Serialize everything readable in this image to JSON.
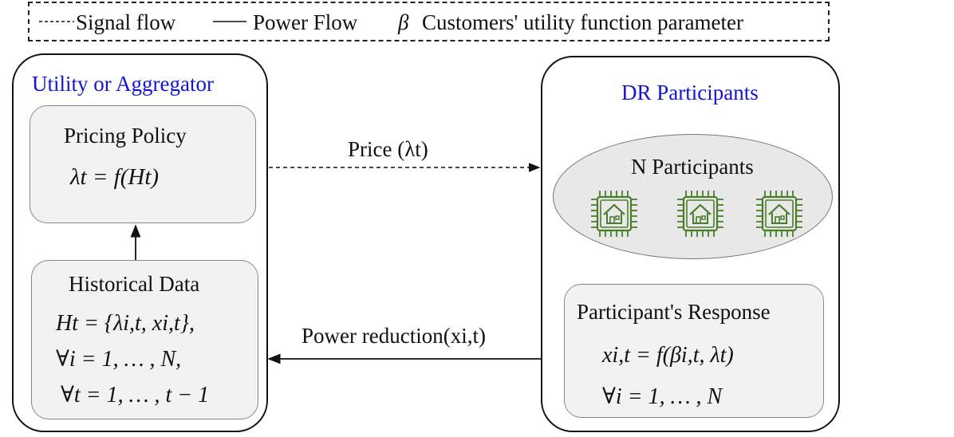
{
  "legend": {
    "signal_label": "Signal flow",
    "power_label": "Power Flow",
    "beta_symbol": "β",
    "beta_label": "Customers' utility function parameter"
  },
  "utility": {
    "title": "Utility or Aggregator",
    "pricing": {
      "title": "Pricing Policy",
      "formula": "λt = f(Ht)"
    },
    "history": {
      "title": "Historical Data",
      "formula_line1": "Ht = {λi,t, xi,t},",
      "formula_line2": "∀i = 1, … , N,",
      "formula_line3": "∀t = 1, … , t − 1"
    }
  },
  "participants": {
    "title": "DR Participants",
    "group_label": "N Participants",
    "house_count": 3,
    "icon_color": "#4a7d2a",
    "response": {
      "title": "Participant's Response",
      "formula_line1": "xi,t = f(βi,t, λt)",
      "formula_line2": "∀i = 1, … , N"
    }
  },
  "flows": {
    "price_label": "Price (λt)",
    "power_label": "Power reduction(xi,t)"
  },
  "colors": {
    "title_blue": "#1414d6",
    "box_fill": "#f2f2f2",
    "ellipse_fill": "#e8e8e8"
  }
}
